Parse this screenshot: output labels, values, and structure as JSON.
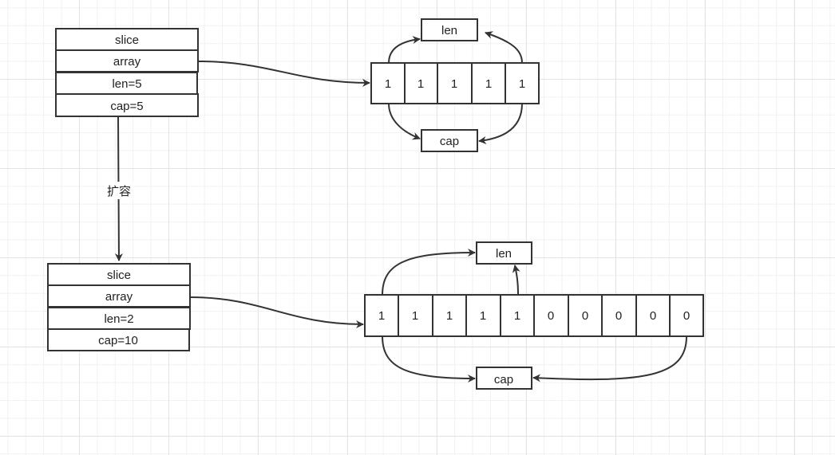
{
  "before": {
    "struct_fields": [
      "slice",
      "array",
      "len=5",
      "cap=5"
    ],
    "array_values": [
      "1",
      "1",
      "1",
      "1",
      "1"
    ],
    "len_label": "len",
    "cap_label": "cap"
  },
  "transition_label": "扩容",
  "after": {
    "struct_fields": [
      "slice",
      "array",
      "len=2",
      "cap=10"
    ],
    "array_values": [
      "1",
      "1",
      "1",
      "1",
      "1",
      "0",
      "0",
      "0",
      "0",
      "0"
    ],
    "len_label": "len",
    "cap_label": "cap"
  }
}
